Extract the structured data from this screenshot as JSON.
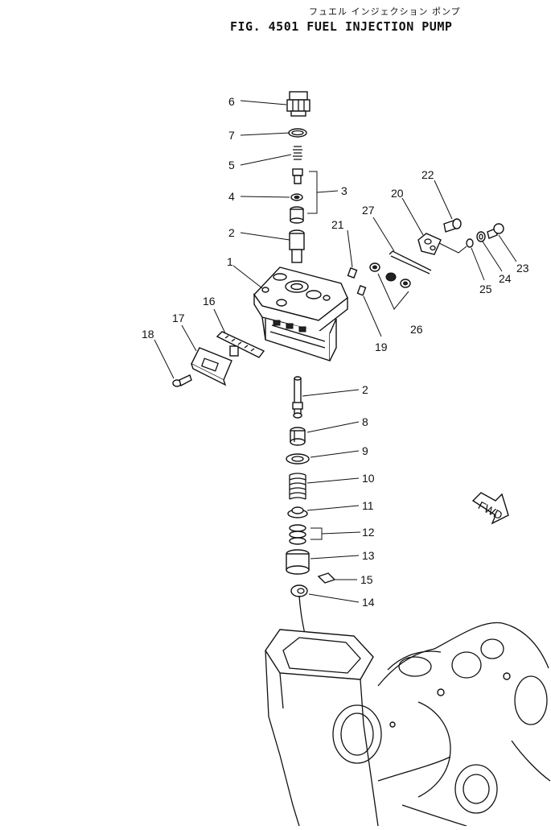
{
  "title": {
    "japanese": "フュエル インジェクション ポンプ",
    "english": "FIG. 4501   FUEL  INJECTION  PUMP"
  },
  "part_labels": [
    "1",
    "2",
    "2",
    "3",
    "4",
    "5",
    "6",
    "7",
    "8",
    "9",
    "10",
    "11",
    "12",
    "13",
    "14",
    "15",
    "16",
    "17",
    "18",
    "19",
    "20",
    "21",
    "22",
    "23",
    "24",
    "25",
    "26",
    "27"
  ],
  "direction_label": "FWD"
}
